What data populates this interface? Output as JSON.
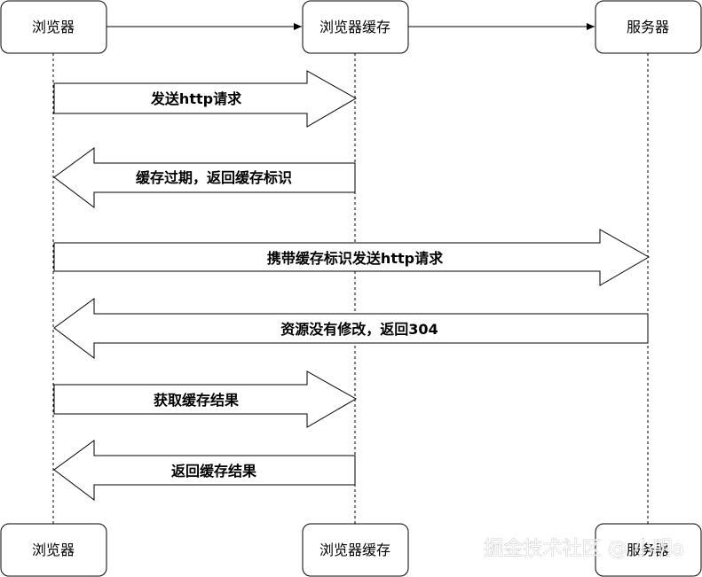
{
  "participants": [
    {
      "id": "browser",
      "label": "浏览器"
    },
    {
      "id": "cache",
      "label": "浏览器缓存"
    },
    {
      "id": "server",
      "label": "服务器"
    }
  ],
  "messages": [
    {
      "from": "browser",
      "to": "cache",
      "label": "发送http请求"
    },
    {
      "from": "cache",
      "to": "browser",
      "label": "缓存过期，返回缓存标识"
    },
    {
      "from": "browser",
      "to": "server",
      "label": "携带缓存标识发送http请求"
    },
    {
      "from": "server",
      "to": "browser",
      "label": "资源没有修改，返回304"
    },
    {
      "from": "browser",
      "to": "cache",
      "label": "获取缓存结果"
    },
    {
      "from": "cache",
      "to": "browser",
      "label": "返回缓存结果"
    }
  ],
  "watermark": "掘金技术社区 @ 小明a",
  "colors": {
    "stroke": "#000000",
    "fill": "#ffffff",
    "text": "#000000"
  }
}
